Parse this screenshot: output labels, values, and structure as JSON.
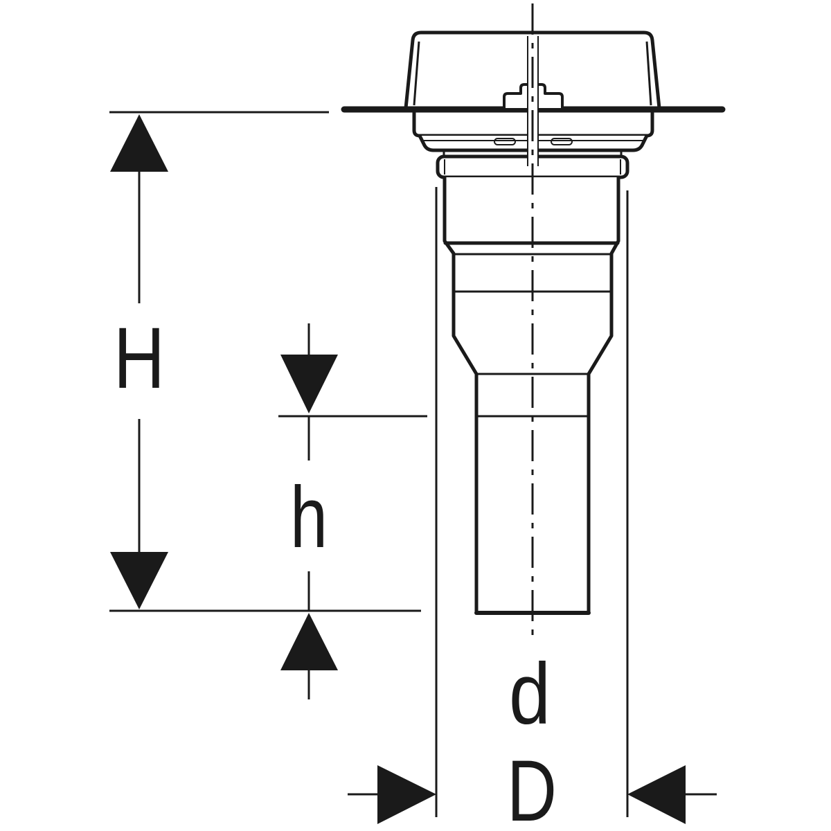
{
  "labels": {
    "H": "H",
    "h": "h",
    "d": "d",
    "D": "D"
  },
  "colors": {
    "line": "#1a1a1a",
    "background": "#ffffff"
  }
}
